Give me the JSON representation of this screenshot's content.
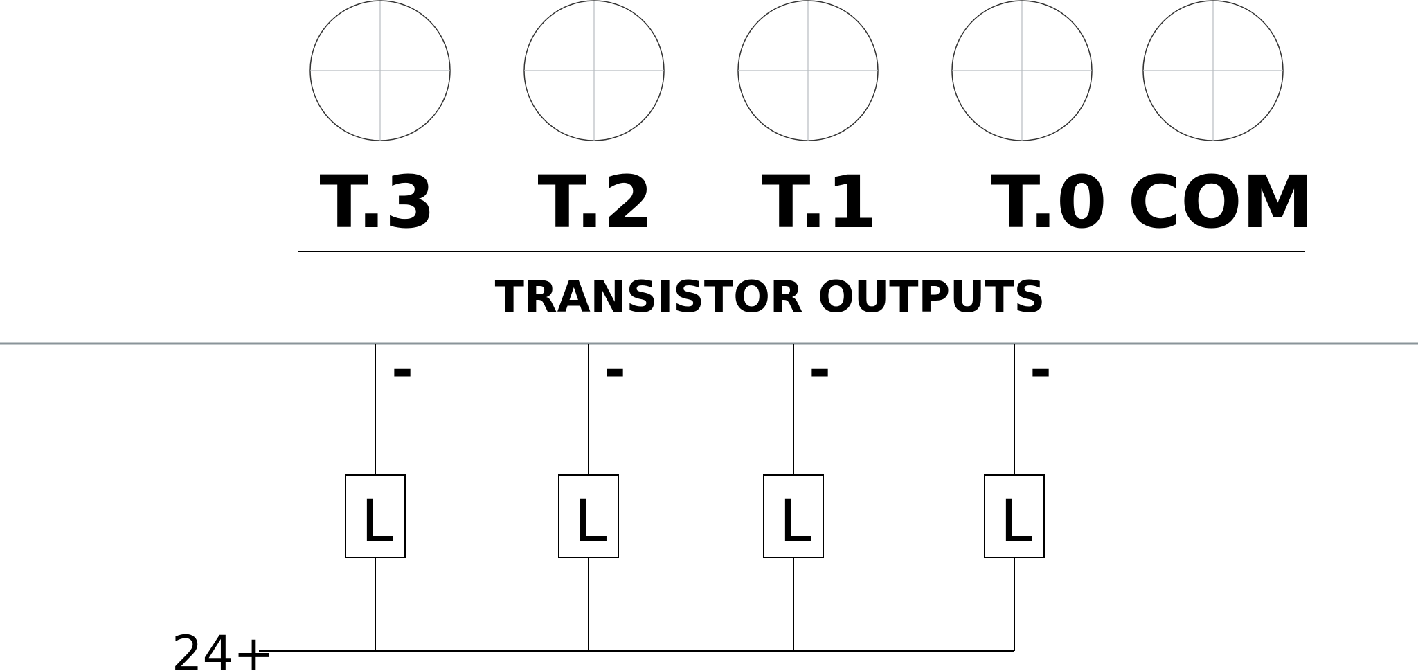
{
  "terminals": [
    {
      "label": "T.3"
    },
    {
      "label": "T.2"
    },
    {
      "label": "T.1"
    },
    {
      "label": "T.0"
    },
    {
      "label": "COM"
    }
  ],
  "section_title": "TRANSISTOR OUTPUTS",
  "load_label": "L",
  "minus_label": "-",
  "supply_label": "24+",
  "colors": {
    "separator": "#8a9499",
    "ink": "#000000",
    "crosshair": "#b8bcc0"
  }
}
